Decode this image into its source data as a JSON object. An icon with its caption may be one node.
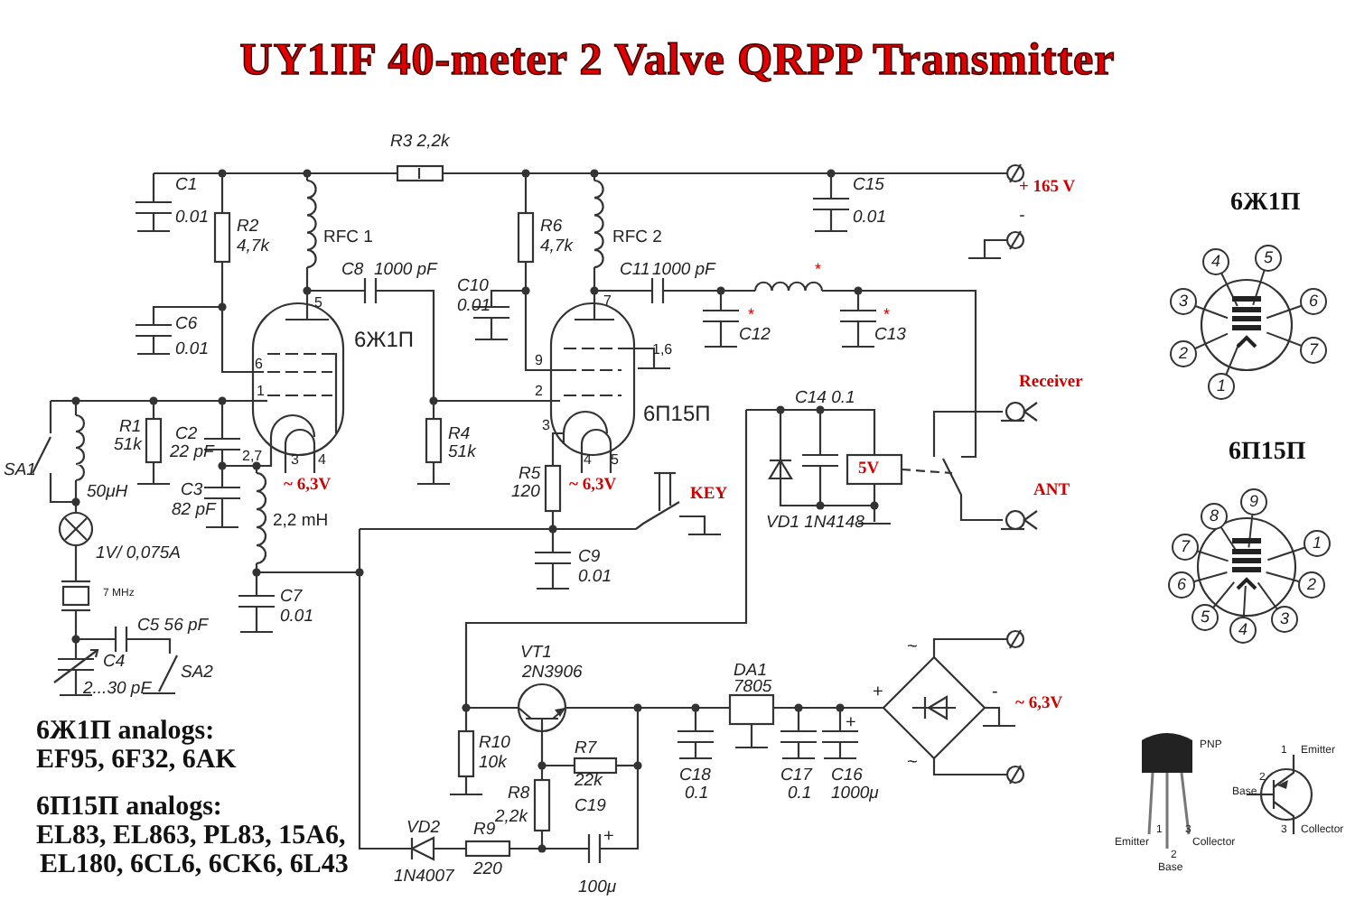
{
  "diagram": {
    "title": "UY1IF 40-meter 2 Valve QRPP Transmitter",
    "labels": [
      "R3 2,2k",
      "C1",
      "0.01",
      "R2",
      "4,7k",
      "RFC 1",
      "C8",
      "1000 pF",
      "C10",
      "0.01",
      "R6",
      "4,7k",
      "RFC 2",
      "C11",
      "1000 pF",
      "*",
      "C15",
      "0.01",
      "+ 165 V",
      "-",
      "5",
      "7",
      "*",
      "*",
      "C6",
      "0.01",
      "6Ж1П",
      "C12",
      "C13",
      "1,6",
      "6",
      "9",
      "1",
      "2",
      "C14 0.1",
      "Receiver",
      "6П15П",
      "R1",
      "51k",
      "C2",
      "22 pF",
      "R4",
      "51k",
      "3",
      "2,7",
      "3",
      "4",
      "4",
      "5",
      "SA1",
      "R5",
      "5V",
      "50μH",
      "C3",
      "~ 6,3V",
      "120",
      "~ 6,3V",
      "KEY",
      "ANT",
      "82 pF",
      "2,2 mH",
      "VD1 1N4148",
      "1V/ 0,075A",
      "C9",
      "0.01",
      "7 MHz",
      "C7",
      "0.01",
      "C5 56 pF",
      "VT1",
      "2N3906",
      "DA1",
      "7805",
      "C4",
      "2...30 pF",
      "SA2",
      "~",
      "+",
      "-",
      "~ 6,3V",
      "+",
      "~",
      "6Ж1П analogs:",
      "EF95, 6F32, 6AK",
      "R10",
      "10k",
      "R7",
      "R8",
      "22k",
      "C18",
      "C17",
      "C16",
      "0.1",
      "0.1",
      "1000μ",
      "2,2k",
      "C19",
      "6П15П analogs:",
      "VD2",
      "R9",
      "+",
      "EL83, EL863, PL83, 15A6,",
      "EL180, 6CL6, 6CK6, 6L43",
      "220",
      "1N4007",
      "100μ",
      "6Ж1П",
      "6П15П",
      "4",
      "5",
      "3",
      "6",
      "2",
      "7",
      "1",
      "9",
      "8",
      "7",
      "1",
      "6",
      "2",
      "5",
      "4",
      "3",
      "PNP",
      "1",
      "Emitter",
      "2",
      "Base",
      "3",
      "Collector",
      "1",
      "Emitter",
      "2",
      "Base",
      "3",
      "Collector"
    ]
  }
}
